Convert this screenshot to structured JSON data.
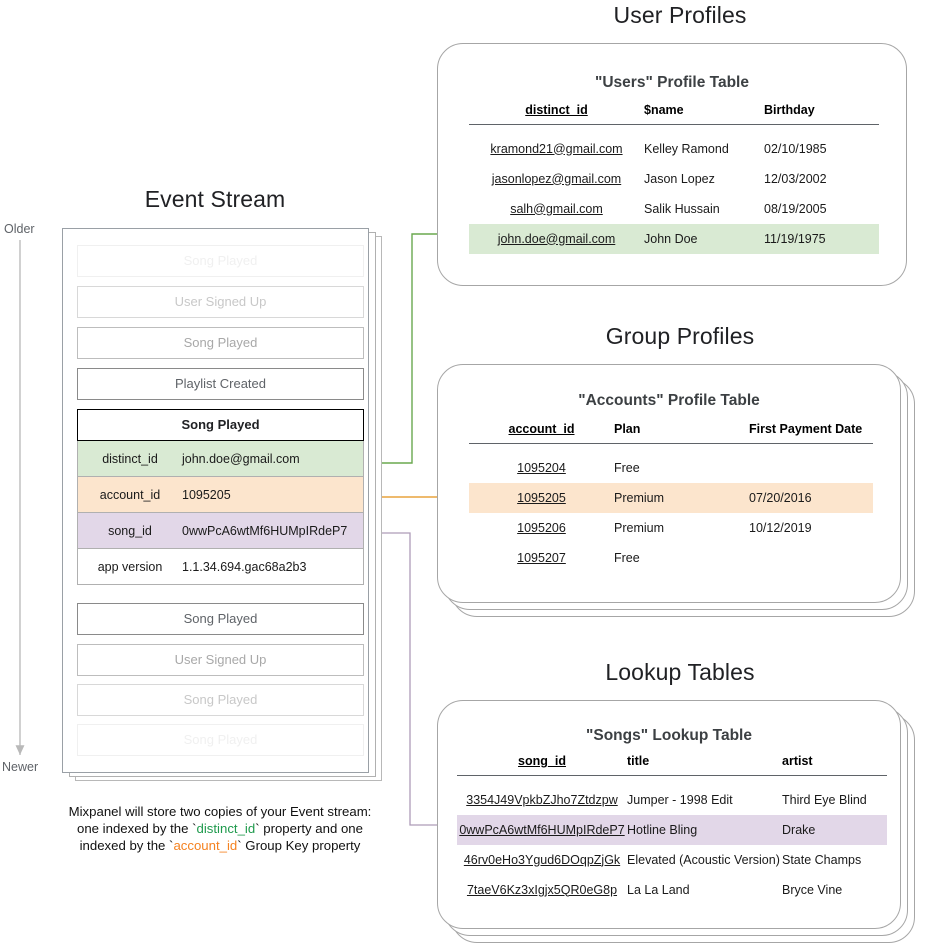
{
  "sections": {
    "user_profiles_title": "User Profiles",
    "group_profiles_title": "Group Profiles",
    "lookup_tables_title": "Lookup Tables",
    "event_stream_title": "Event Stream"
  },
  "timeline": {
    "older_label": "Older",
    "newer_label": "Newer"
  },
  "event_stream": {
    "items_above": [
      {
        "label": "Song Played",
        "fade": "ev-f05"
      },
      {
        "label": "User Signed Up",
        "fade": "ev-f25"
      },
      {
        "label": "Song Played",
        "fade": "ev-f50"
      },
      {
        "label": "Playlist Created",
        "fade": "ev-f80"
      }
    ],
    "expanded_event": {
      "name": "Song Played",
      "properties": [
        {
          "key": "distinct_id",
          "value": "john.doe@gmail.com",
          "highlight": "p-green"
        },
        {
          "key": "account_id",
          "value": "1095205",
          "highlight": "p-orange"
        },
        {
          "key": "song_id",
          "value": "0wwPcA6wtMf6HUMpIRdeP7",
          "highlight": "p-purple"
        },
        {
          "key": "app version",
          "value": "1.1.34.694.gac68a2b3",
          "highlight": "p-plain"
        }
      ]
    },
    "items_below": [
      {
        "label": "Song Played",
        "fade": "ev-f80"
      },
      {
        "label": "User Signed Up",
        "fade": "ev-f50"
      },
      {
        "label": "Song Played",
        "fade": "ev-f25"
      },
      {
        "label": "Song Played",
        "fade": "ev-f05"
      }
    ]
  },
  "users_table": {
    "title": "\"Users\" Profile Table",
    "columns": [
      "distinct_id",
      "$name",
      "Birthday"
    ],
    "key_column_index": 0,
    "rows": [
      {
        "cells": [
          "kramond21@gmail.com",
          "Kelley Ramond",
          "02/10/1985"
        ],
        "highlight": ""
      },
      {
        "cells": [
          "jasonlopez@gmail.com",
          "Jason Lopez",
          "12/03/2002"
        ],
        "highlight": ""
      },
      {
        "cells": [
          "salh@gmail.com",
          "Salik Hussain",
          "08/19/2005"
        ],
        "highlight": ""
      },
      {
        "cells": [
          "john.doe@gmail.com",
          "John Doe",
          "11/19/1975"
        ],
        "highlight": "hl-green"
      }
    ]
  },
  "accounts_table": {
    "title": "\"Accounts\" Profile Table",
    "columns": [
      "account_id",
      "Plan",
      "First Payment Date"
    ],
    "key_column_index": 0,
    "rows": [
      {
        "cells": [
          "1095204",
          "Free",
          ""
        ],
        "highlight": ""
      },
      {
        "cells": [
          "1095205",
          "Premium",
          "07/20/2016"
        ],
        "highlight": "hl-orange"
      },
      {
        "cells": [
          "1095206",
          "Premium",
          "10/12/2019"
        ],
        "highlight": ""
      },
      {
        "cells": [
          "1095207",
          "Free",
          ""
        ],
        "highlight": ""
      }
    ]
  },
  "songs_table": {
    "title": "\"Songs\" Lookup Table",
    "columns": [
      "song_id",
      "title",
      "artist"
    ],
    "key_column_index": 0,
    "rows": [
      {
        "cells": [
          "3354J49VpkbZJho7Ztdzpw",
          "Jumper - 1998 Edit",
          "Third Eye Blind"
        ],
        "highlight": ""
      },
      {
        "cells": [
          "0wwPcA6wtMf6HUMpIRdeP7",
          "Hotline Bling",
          "Drake"
        ],
        "highlight": "hl-purple"
      },
      {
        "cells": [
          "46rv0eHo3Ygud6DOqpZjGk",
          "Elevated (Acoustic Version)",
          "State Champs"
        ],
        "highlight": ""
      },
      {
        "cells": [
          "7taeV6Kz3xIgjx5QR0eG8p",
          "La La Land",
          "Bryce Vine"
        ],
        "highlight": ""
      }
    ]
  },
  "caption": {
    "line1": "Mixpanel will store two copies of your Event stream:",
    "line2_a": "one indexed by the `",
    "line2_key": "distinct_id",
    "line2_b": "` property and one",
    "line3_a": "indexed by the `",
    "line3_key": "account_id",
    "line3_b": "` Group Key property"
  },
  "colors": {
    "green_highlight": "#d9ead3",
    "orange_highlight": "#fce5cd",
    "purple_highlight": "#e2d7e8",
    "green_arrow": "#6aa84f",
    "orange_arrow": "#e8a33d",
    "purple_arrow": "#9b8aa6",
    "card_border": "#a6a6a6"
  }
}
